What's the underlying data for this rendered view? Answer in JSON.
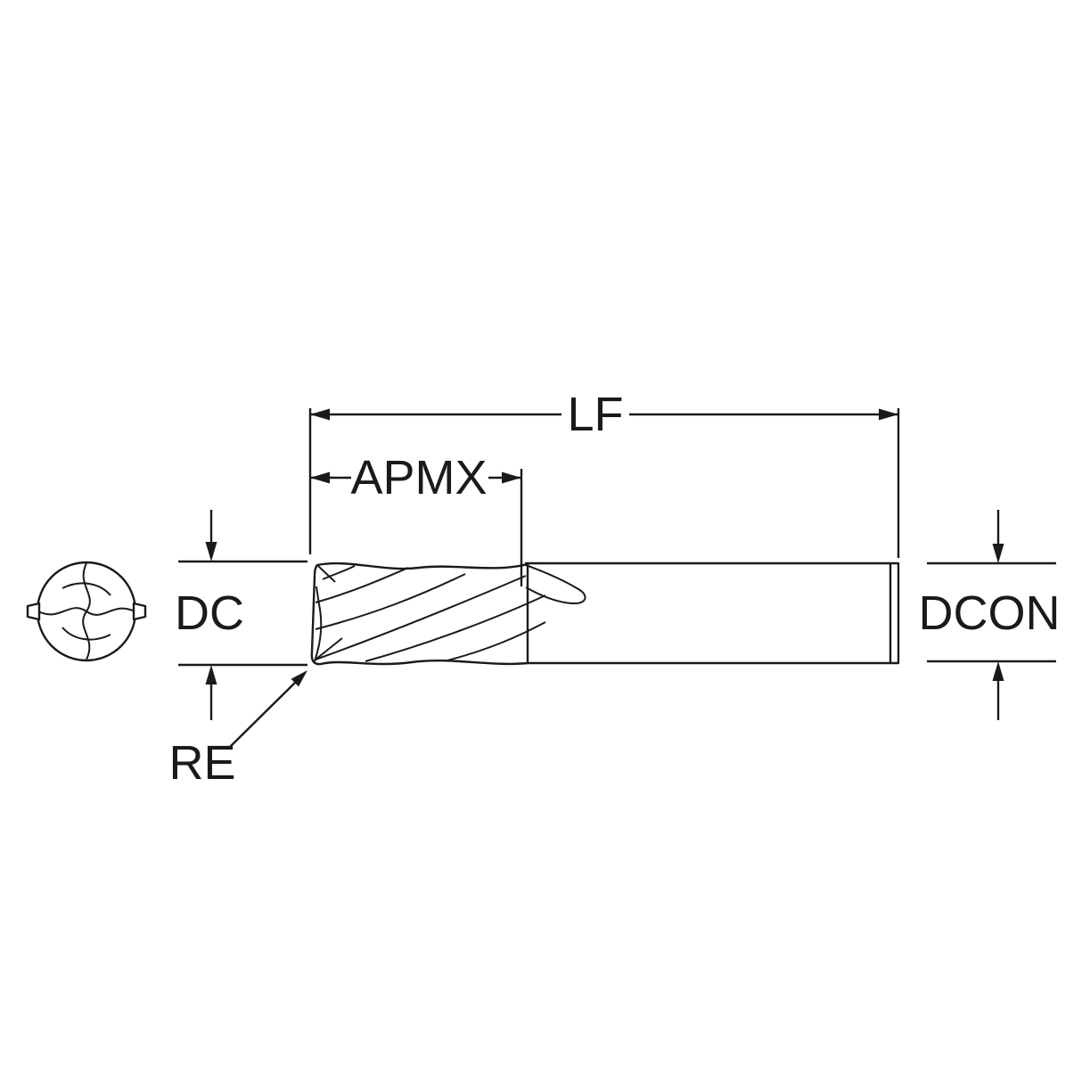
{
  "diagram": {
    "kind": "end-mill-technical-drawing",
    "labels": {
      "lf": "LF",
      "apmx": "APMX",
      "dc": "DC",
      "dcon": "DCON",
      "re": "RE"
    },
    "colors": {
      "line": "#1a1a1a",
      "background": "#ffffff"
    }
  }
}
